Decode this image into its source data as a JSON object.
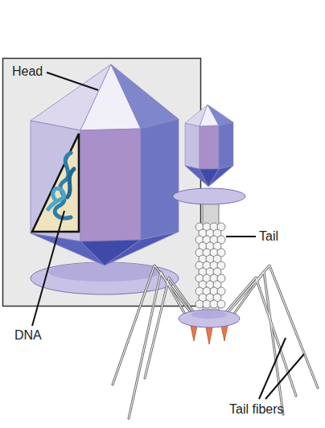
{
  "diagram": {
    "labels": [
      "Head",
      "DNA",
      "Tail",
      "Tail fibers"
    ]
  }
}
